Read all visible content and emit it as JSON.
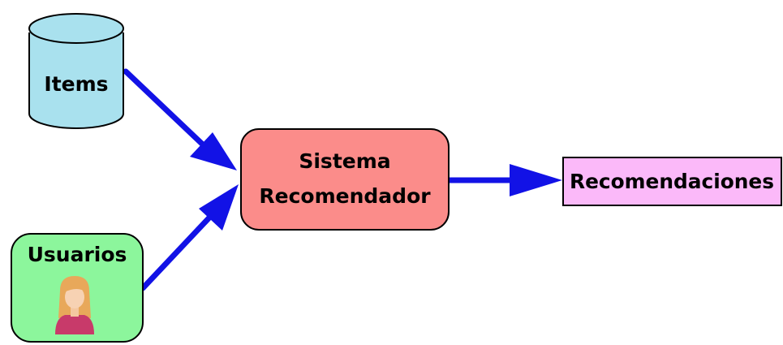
{
  "diagram": {
    "nodes": {
      "items": {
        "label": "Items",
        "shape": "cylinder",
        "fill": "#a9e1ee"
      },
      "sistema": {
        "label_line1": "Sistema",
        "label_line2": "Recomendador",
        "shape": "rounded-rectangle",
        "fill": "#fb8c8a"
      },
      "recomendaciones": {
        "label": "Recomendaciones",
        "shape": "rectangle",
        "fill": "#fbb9f9"
      },
      "usuarios": {
        "label": "Usuarios",
        "shape": "rounded-rectangle",
        "fill": "#8cf69c",
        "icon": "user-avatar-icon"
      }
    },
    "edges": [
      {
        "from": "items",
        "to": "sistema"
      },
      {
        "from": "usuarios",
        "to": "sistema"
      },
      {
        "from": "sistema",
        "to": "recomendaciones"
      }
    ],
    "arrow_color": "#1212e6",
    "stroke_color": "#000000"
  }
}
